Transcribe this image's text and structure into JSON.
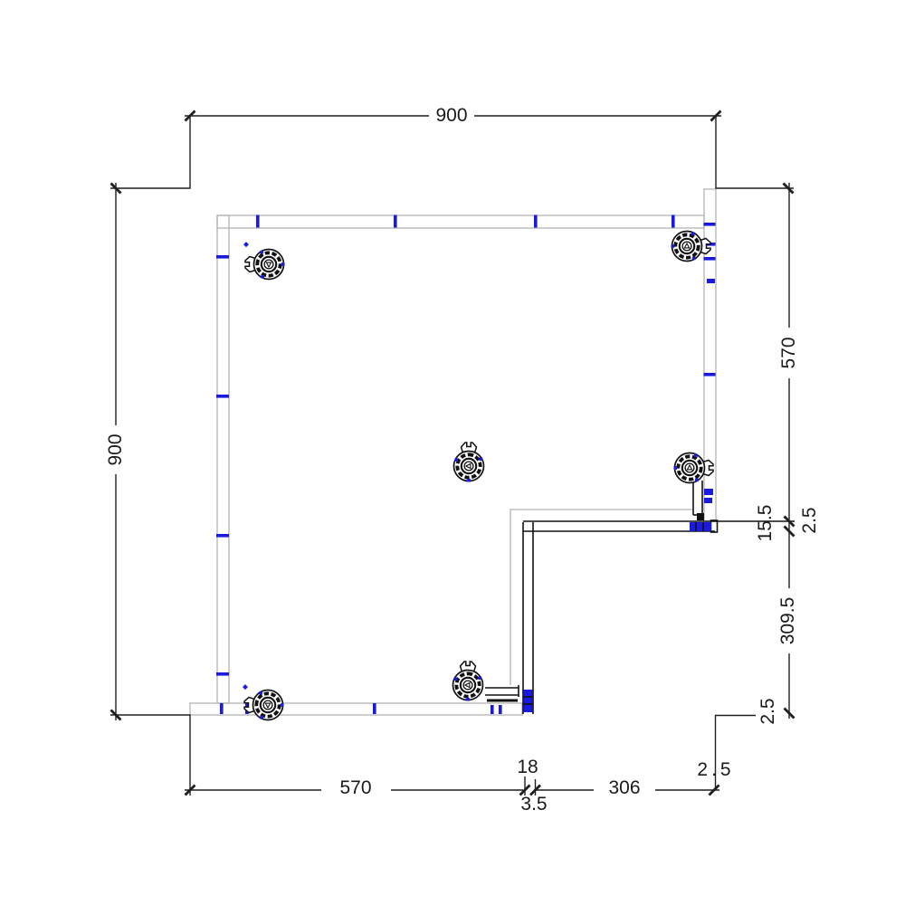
{
  "drawing": {
    "type": "technical-plan-drawing",
    "dims": {
      "top_total": "900",
      "left_total": "900",
      "right_upper": "570",
      "right_step_a": "15.5",
      "right_step_b": "2.5",
      "right_lower": "309.5",
      "right_corner": "2.5",
      "bottom_main": "570",
      "bottom_step_a": "18",
      "bottom_step_b": "3.5",
      "bottom_cutout": "306",
      "bottom_corner": "2.5"
    },
    "colors": {
      "dimension_lines": "#1f1f1f",
      "panel_outline": "#b4b4b4",
      "detail_lines": "#111111",
      "clip_marks": "#1a1ae0"
    },
    "feet_count": 6
  }
}
